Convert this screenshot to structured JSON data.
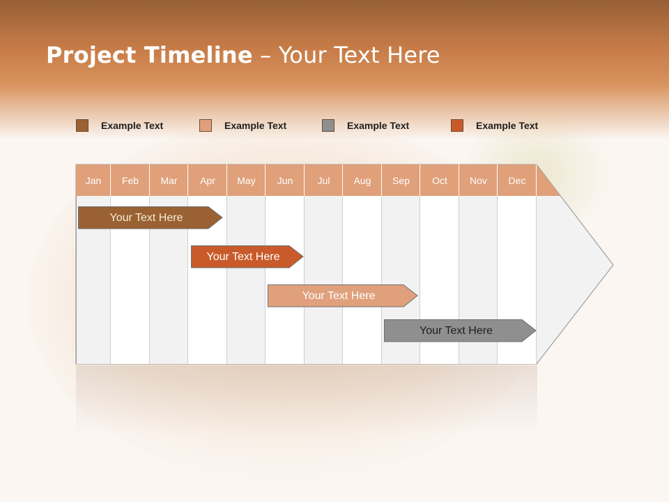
{
  "title": {
    "bold": "Project Timeline",
    "rest": " – Your Text Here"
  },
  "legend": [
    {
      "label": "Example Text",
      "color": "#9a6232"
    },
    {
      "label": "Example Text",
      "color": "#e0a07c"
    },
    {
      "label": "Example Text",
      "color": "#8f8f8f"
    },
    {
      "label": "Example Text",
      "color": "#c95b2a"
    }
  ],
  "months": [
    "Jan",
    "Feb",
    "Mar",
    "Apr",
    "May",
    "Jun",
    "Jul",
    "Aug",
    "Sep",
    "Oct",
    "Nov",
    "Dec"
  ],
  "colors": {
    "header_cell": "#dfa07a",
    "stripe_light": "#f2f2f2",
    "stripe_white": "#ffffff",
    "grid": "#cfcfcf"
  },
  "tasks": [
    {
      "label": "Your  Text Here",
      "start_month": "Jan",
      "end_month": "Apr",
      "color": "#9a6232",
      "text_color": "#f4ecd8"
    },
    {
      "label": "Your  Text Here",
      "start_month": "Apr",
      "end_month": "Jun",
      "color": "#c95b2a",
      "text_color": "#ffffff"
    },
    {
      "label": "Your  Text Here",
      "start_month": "Jun",
      "end_month": "Sep",
      "color": "#e0a07c",
      "text_color": "#ffffff"
    },
    {
      "label": "Your  Text Here",
      "start_month": "Sep",
      "end_month": "Dec",
      "color": "#8f8f8f",
      "text_color": "#1e1e1e"
    }
  ]
}
